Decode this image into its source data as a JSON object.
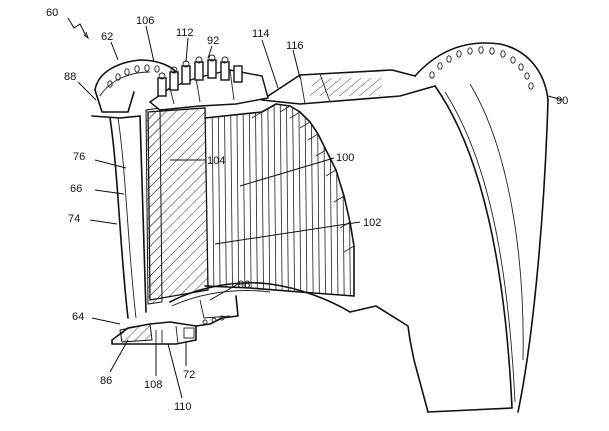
{
  "figure_ref": "60",
  "callouts": [
    {
      "id": "c62",
      "label": "62"
    },
    {
      "id": "c106",
      "label": "106"
    },
    {
      "id": "c112",
      "label": "112"
    },
    {
      "id": "c92",
      "label": "92"
    },
    {
      "id": "c114",
      "label": "114"
    },
    {
      "id": "c116",
      "label": "116"
    },
    {
      "id": "c88",
      "label": "88"
    },
    {
      "id": "c90",
      "label": "90"
    },
    {
      "id": "c76",
      "label": "76"
    },
    {
      "id": "c104",
      "label": "104"
    },
    {
      "id": "c100",
      "label": "100"
    },
    {
      "id": "c66",
      "label": "66"
    },
    {
      "id": "c74",
      "label": "74"
    },
    {
      "id": "c102",
      "label": "102"
    },
    {
      "id": "c96",
      "label": "96"
    },
    {
      "id": "c64",
      "label": "64"
    },
    {
      "id": "c86",
      "label": "86"
    },
    {
      "id": "c108",
      "label": "108"
    },
    {
      "id": "c72",
      "label": "72"
    },
    {
      "id": "c110",
      "label": "110"
    }
  ]
}
